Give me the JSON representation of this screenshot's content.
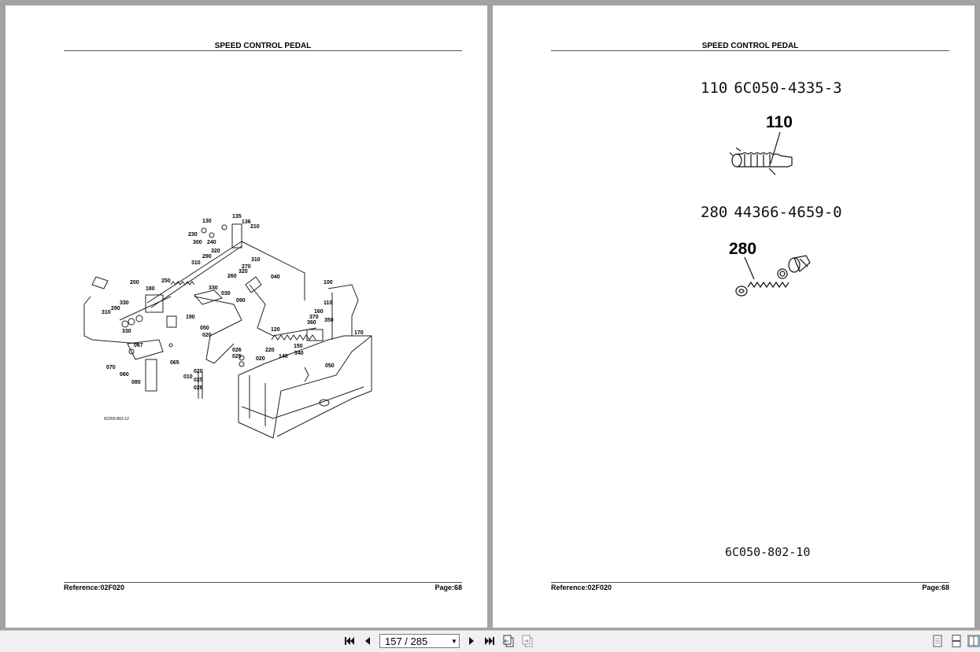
{
  "left_page": {
    "title": "SPEED CONTROL PEDAL",
    "reference": "Reference:02F020",
    "page": "Page:68",
    "diagram_code": "6C055-802-12",
    "callouts": [
      "130",
      "135",
      "136",
      "210",
      "230",
      "300",
      "240",
      "320",
      "290",
      "310",
      "270",
      "260",
      "320",
      "310",
      "040",
      "200",
      "250",
      "180",
      "330",
      "100",
      "330",
      "030",
      "090",
      "110",
      "290",
      "310",
      "160",
      "190",
      "370",
      "360",
      "350",
      "050",
      "120",
      "020",
      "170",
      "330",
      "067",
      "026",
      "220",
      "150",
      "025",
      "140",
      "340",
      "020",
      "050",
      "070",
      "060",
      "065",
      "010",
      "020",
      "025",
      "026",
      "080"
    ]
  },
  "right_page": {
    "title": "SPEED CONTROL PEDAL",
    "reference": "Reference:02F020",
    "page": "Page:68",
    "parts": [
      {
        "ref": "110",
        "number": "6C050-4335-3"
      },
      {
        "ref": "280",
        "number": "44366-4659-0"
      }
    ],
    "drawing_code": "6C050-802-10"
  },
  "toolbar": {
    "page_indicator": "157 / 285",
    "icons": [
      "first-page-icon",
      "previous-page-icon",
      "page-select",
      "next-page-icon",
      "last-page-icon",
      "previous-view-icon",
      "next-view-icon",
      "single-page-view-icon",
      "continuous-view-icon",
      "facing-pages-view-icon"
    ]
  }
}
